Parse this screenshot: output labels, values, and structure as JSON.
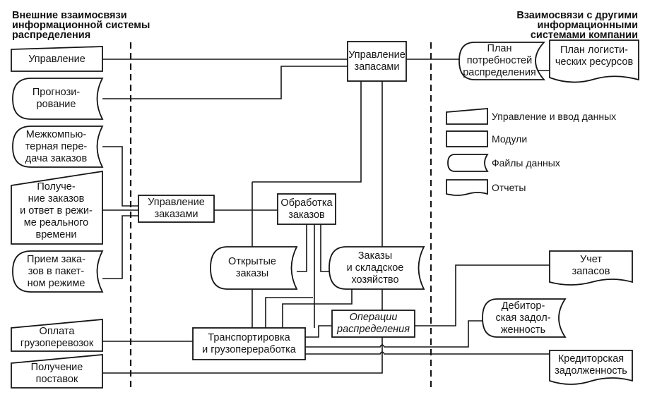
{
  "headers": {
    "left": [
      "Внешние взаимосвязи",
      "информационной системы",
      "распределения"
    ],
    "right": [
      "Взаимосвязи с другими",
      "информационными",
      "системами компании"
    ]
  },
  "external_inputs": [
    {
      "id": "upravlenie",
      "type": "input",
      "lines": [
        "Управление"
      ]
    },
    {
      "id": "prognozirovanie",
      "type": "data-file",
      "lines": [
        "Прогнози-",
        "рование"
      ]
    },
    {
      "id": "mezhkomp",
      "type": "data-file",
      "lines": [
        "Межкомпью-",
        "терная пере-",
        "дача заказов"
      ]
    },
    {
      "id": "poluchenie-zakazov",
      "type": "input",
      "lines": [
        "Получе-",
        "ние заказов",
        "и ответ в режи-",
        "ме реального",
        "времени"
      ]
    },
    {
      "id": "priem-zakazov",
      "type": "data-file",
      "lines": [
        "Прием зака-",
        "зов в пакет-",
        "ном режиме"
      ]
    },
    {
      "id": "oplata",
      "type": "input",
      "lines": [
        "Оплата",
        "грузоперевозок"
      ]
    },
    {
      "id": "poluchenie-postavok",
      "type": "input",
      "lines": [
        "Получение",
        "поставок"
      ]
    }
  ],
  "modules": [
    {
      "id": "upravlenie-zapasami",
      "type": "module",
      "lines": [
        "Управление",
        "запасами"
      ]
    },
    {
      "id": "upravlenie-zakazami",
      "type": "module",
      "lines": [
        "Управление",
        "заказами"
      ]
    },
    {
      "id": "obrabotka-zakazov",
      "type": "module",
      "lines": [
        "Обработка",
        "заказов"
      ]
    },
    {
      "id": "transportirovka",
      "type": "module",
      "lines": [
        "Транспортировка",
        "и грузопереработка"
      ]
    },
    {
      "id": "operacii",
      "type": "module",
      "lines": [
        "Операции",
        "распределения"
      ]
    }
  ],
  "data_files": [
    {
      "id": "otkrytye-zakazy",
      "type": "data-file",
      "lines": [
        "Открытые",
        "заказы"
      ]
    },
    {
      "id": "zakazy-sklad",
      "type": "data-file",
      "lines": [
        "Заказы",
        "и складское",
        "хозяйство"
      ]
    }
  ],
  "other_systems": [
    {
      "id": "plan-potrebnostey",
      "type": "data-file",
      "lines": [
        "План",
        "потребностей",
        "распределения"
      ]
    },
    {
      "id": "plan-logist",
      "type": "report",
      "lines": [
        "План логисти-",
        "ческих ресурсов"
      ]
    },
    {
      "id": "uchet-zapasov",
      "type": "report",
      "lines": [
        "Учет",
        "запасов"
      ]
    },
    {
      "id": "debitor",
      "type": "data-file",
      "lines": [
        "Дебитор-",
        "ская задол-",
        "женность"
      ]
    },
    {
      "id": "kreditor",
      "type": "report",
      "lines": [
        "Кредиторская",
        "задолженность"
      ]
    }
  ],
  "legend": [
    {
      "shape": "input",
      "label": "Управление и ввод данных"
    },
    {
      "shape": "module",
      "label": "Модули"
    },
    {
      "shape": "data-file",
      "label": "Файлы данных"
    },
    {
      "shape": "report",
      "label": "Отчеты"
    }
  ]
}
